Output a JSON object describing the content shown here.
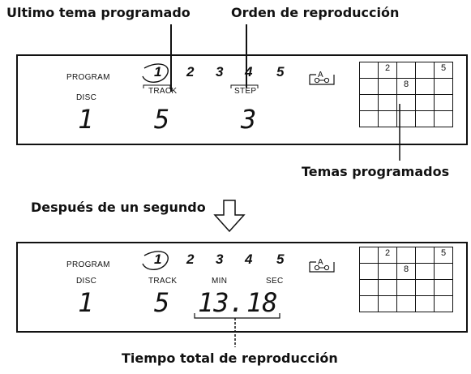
{
  "captions": {
    "last_programmed": "Ultimo tema programado",
    "play_order": "Orden de reproducción",
    "programmed_tracks": "Temas programados",
    "after_one_second": "Después de un segundo",
    "total_play_time": "Tiempo total de reproducción"
  },
  "display1": {
    "program_label": "PROGRAM",
    "program_numbers": [
      "1",
      "2",
      "3",
      "4",
      "5"
    ],
    "disc_label": "DISC",
    "track_label": "TRACK",
    "step_label": "STEP",
    "disc_value": "1",
    "track_value": "5",
    "step_value": "3",
    "tape_label": "A",
    "grid": [
      [
        "",
        "2",
        "",
        "",
        "5"
      ],
      [
        "",
        "",
        "8",
        "",
        ""
      ],
      [
        "",
        "",
        "",
        "",
        ""
      ],
      [
        "",
        "",
        "",
        "",
        ""
      ]
    ]
  },
  "display2": {
    "program_label": "PROGRAM",
    "program_numbers": [
      "1",
      "2",
      "3",
      "4",
      "5"
    ],
    "disc_label": "DISC",
    "track_label": "TRACK",
    "min_label": "MIN",
    "sec_label": "SEC",
    "disc_value": "1",
    "track_value": "5",
    "time_min": "13.",
    "time_sec": "18",
    "tape_label": "A",
    "grid": [
      [
        "",
        "2",
        "",
        "",
        "5"
      ],
      [
        "",
        "",
        "8",
        "",
        ""
      ],
      [
        "",
        "",
        "",
        "",
        ""
      ],
      [
        "",
        "",
        "",
        "",
        ""
      ]
    ]
  }
}
